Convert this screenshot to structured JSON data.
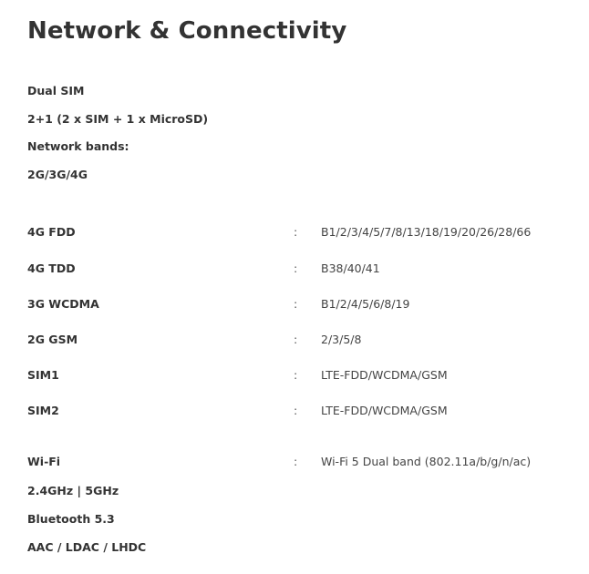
{
  "section": {
    "title": "Network & Connectivity"
  },
  "intro": [
    "Dual SIM",
    "2+1 (2 x SIM + 1 x MicroSD)",
    "Network bands:",
    "2G/3G/4G"
  ],
  "bands": [
    {
      "label": "4G FDD",
      "sep": ":",
      "value": "B1/2/3/4/5/7/8/13/18/19/20/26/28/66"
    },
    {
      "label": "4G TDD",
      "sep": ":",
      "value": "B38/40/41"
    },
    {
      "label": "3G WCDMA",
      "sep": ":",
      "value": "B1/2/4/5/6/8/19"
    },
    {
      "label": "2G GSM",
      "sep": ":",
      "value": "2/3/5/8"
    },
    {
      "label": "SIM1",
      "sep": ":",
      "value": "LTE-FDD/WCDMA/GSM"
    },
    {
      "label": "SIM2",
      "sep": ":",
      "value": "LTE-FDD/WCDMA/GSM"
    }
  ],
  "wifi": {
    "label": "Wi-Fi",
    "sep": ":",
    "value": "Wi-Fi 5 Dual band (802.11a/b/g/n/ac)"
  },
  "outro": [
    "2.4GHz | 5GHz",
    "Bluetooth 5.3",
    "AAC / LDAC / LHDC"
  ]
}
